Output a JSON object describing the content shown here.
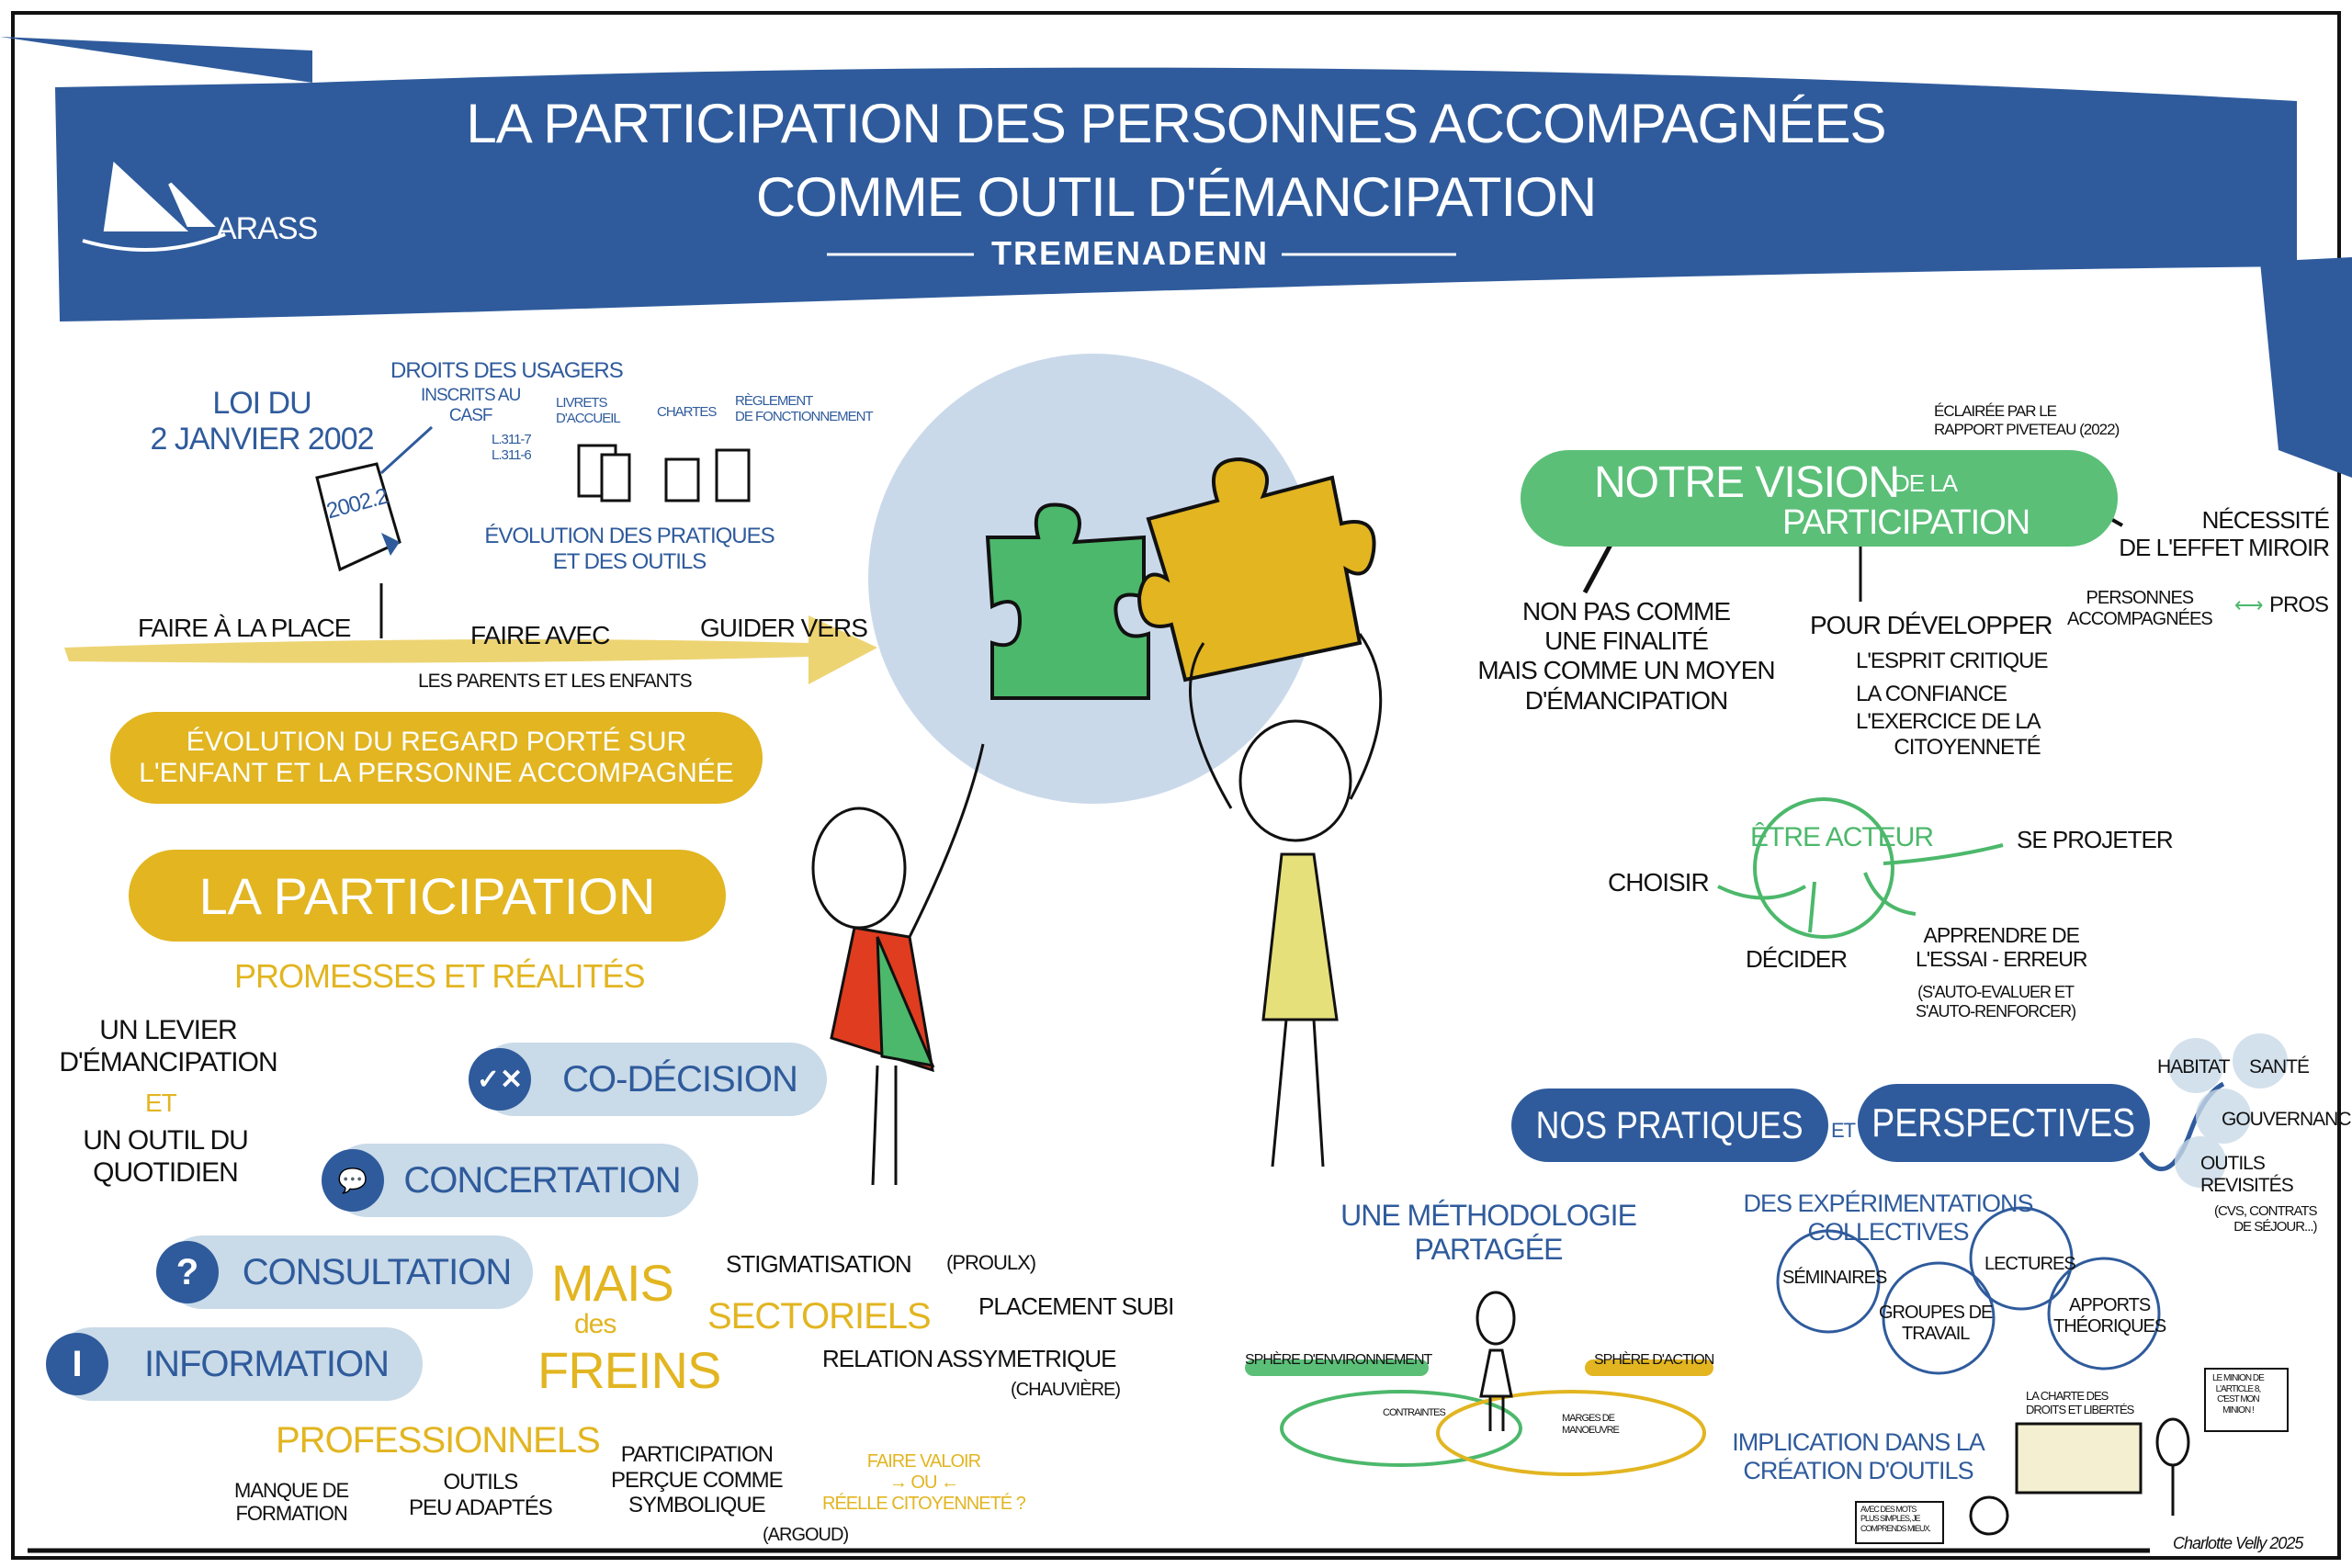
{
  "banner": {
    "title_line1": "La participation des personnes accompagnées",
    "title_line2": "comme outil d'émancipation",
    "subtitle": "Tremenadenn",
    "logo": "ARASS"
  },
  "history": {
    "law": "Loi du\n2 janvier 2002",
    "document": "2002.2",
    "rights": "Droits des usagers",
    "rights_sub": "inscrits au\nCASF",
    "articles": "L.311-7\nL.311-6",
    "livrets": "Livrets\nd'accueil",
    "chartes": "Chartes",
    "reglement": "Règlement\nde fonctionnement",
    "evolution": "Évolution des pratiques\net des outils",
    "timeline": [
      "Faire à la place",
      "Faire avec",
      "Guider vers"
    ],
    "timeline_note": "les parents et les enfants"
  },
  "regard": "Évolution du regard porté sur\nl'enfant et la personne accompagnée",
  "participation": {
    "title": "La participation",
    "subtitle": "Promesses et réalités",
    "levier": "Un levier\nd'émancipation",
    "et": "et",
    "outil": "un outil du\nquotidien",
    "steps": [
      {
        "label": "Information",
        "icon": "i"
      },
      {
        "label": "Consultation",
        "icon": "?"
      },
      {
        "label": "Concertation",
        "icon": "speech-bubbles"
      },
      {
        "label": "Co-décision",
        "icon": "check-cross"
      }
    ]
  },
  "freins": {
    "title_mais": "Mais",
    "title_des": "des",
    "title_freins": "Freins",
    "sectoriels": "Sectoriels",
    "sect_items": [
      "Stigmatisation",
      "(Proulx)",
      "Placement subi",
      "Relation assymetrique",
      "(Chauvière)"
    ],
    "professionnels": "Professionnels",
    "prof_items": [
      "Manque de\nformation",
      "Outils\npeu adaptés",
      "Participation\nperçue comme\nsymbolique",
      "(Argoud)"
    ],
    "question": "Faire valoir\n→ ou ←\nréelle citoyenneté ?"
  },
  "vision": {
    "eclairee": "Éclairée par le\nrapport Piveteau (2022)",
    "title": "Notre vision",
    "title_small": "de la",
    "title2": "participation",
    "non": "Non pas comme\nune finalité\nmais comme un moyen\nd'émancipation",
    "pour": "Pour développer",
    "pour_items": [
      "l'esprit critique",
      "la confiance",
      "l'exercice de la\ncitoyenneté"
    ],
    "miroir": "Nécessité\nde l'effet miroir",
    "personnes": "Personnes\naccompagnées",
    "pros": "Pros"
  },
  "acteur": {
    "center": "Être acteur",
    "items": [
      "Choisir",
      "Se projeter",
      "Décider",
      "Apprendre de\nl'essai - erreur",
      "(s'auto-evaluer et\ns'auto-renforcer)"
    ]
  },
  "pratiques": {
    "title1": "Nos pratiques",
    "et": "et",
    "title2": "Perspectives",
    "domains": [
      "Habitat",
      "Santé",
      "Gouvernance",
      "Outils\nrevisités",
      "(CVS, contrats\nde séjour...)"
    ],
    "experimentations": "Des expérimentations\ncollectives",
    "exp_items": [
      "Séminaires",
      "Groupes de\ntravail",
      "Lectures",
      "Apports\nthéoriques"
    ],
    "methodologie": "Une méthodologie\npartagée",
    "sphere_env": "Sphère d'environnement",
    "contraintes": "Contraintes",
    "sphere_action": "Sphère d'action",
    "marges": "Marges de\nmanoeuvre",
    "implication": "Implication dans la\ncréation d'outils",
    "charte": "La charte des\ndroits et libertés",
    "bubble1": "Avec des mots\nplus simples, je\ncomprends mieux.",
    "bubble2": "Le minion de\nl'article 8,\nc'est mon\nminion !"
  },
  "signature": "Charlotte Velly 2025",
  "colors": {
    "blue": "#2f5b9c",
    "light_blue": "#c9dae8",
    "yellow": "#e2b521",
    "green": "#5bbf78"
  }
}
